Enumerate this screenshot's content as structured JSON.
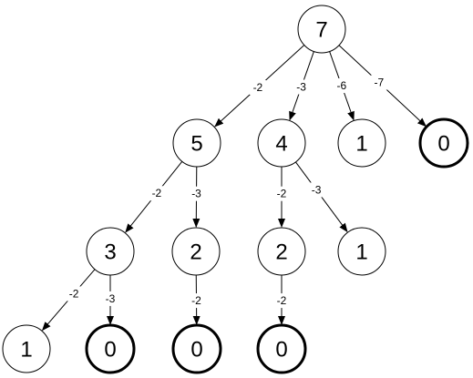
{
  "colors": {
    "node_border": "#000000",
    "goal_border": "#22dd22",
    "background": "#ffffff"
  },
  "nodes": [
    {
      "id": "root",
      "label": "7",
      "goal": false
    },
    {
      "id": "n5",
      "label": "5",
      "goal": false
    },
    {
      "id": "n4",
      "label": "4",
      "goal": false
    },
    {
      "id": "n1a",
      "label": "1",
      "goal": false
    },
    {
      "id": "n0a",
      "label": "0",
      "goal": true
    },
    {
      "id": "n3",
      "label": "3",
      "goal": false
    },
    {
      "id": "n2a",
      "label": "2",
      "goal": false
    },
    {
      "id": "n2b",
      "label": "2",
      "goal": false
    },
    {
      "id": "n1b",
      "label": "1",
      "goal": false
    },
    {
      "id": "n1c",
      "label": "1",
      "goal": false
    },
    {
      "id": "n0b",
      "label": "0",
      "goal": true
    },
    {
      "id": "n0c",
      "label": "0",
      "goal": true
    },
    {
      "id": "n0d",
      "label": "0",
      "goal": true
    }
  ],
  "edges": [
    {
      "from": "root",
      "to": "n5",
      "label": "-2"
    },
    {
      "from": "root",
      "to": "n4",
      "label": "-3"
    },
    {
      "from": "root",
      "to": "n1a",
      "label": "-6"
    },
    {
      "from": "root",
      "to": "n0a",
      "label": "-7"
    },
    {
      "from": "n5",
      "to": "n3",
      "label": "-2"
    },
    {
      "from": "n5",
      "to": "n2a",
      "label": "-3"
    },
    {
      "from": "n4",
      "to": "n2b",
      "label": "-2"
    },
    {
      "from": "n4",
      "to": "n1b",
      "label": "-3"
    },
    {
      "from": "n3",
      "to": "n1c",
      "label": "-2"
    },
    {
      "from": "n3",
      "to": "n0b",
      "label": "-3"
    },
    {
      "from": "n2a",
      "to": "n0c",
      "label": "-2"
    },
    {
      "from": "n2b",
      "to": "n0d",
      "label": "-2"
    }
  ]
}
